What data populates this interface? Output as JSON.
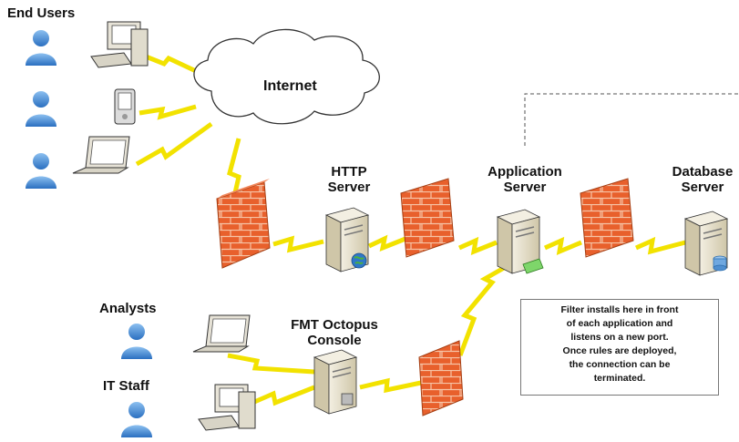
{
  "labels": {
    "end_users": "End Users",
    "internet": "Internet",
    "http_server_1": "HTTP",
    "http_server_2": "Server",
    "app_server_1": "Application",
    "app_server_2": "Server",
    "db_server_1": "Database",
    "db_server_2": "Server",
    "analysts": "Analysts",
    "it_staff": "IT Staff",
    "console_1": "FMT Octopus",
    "console_2": "Console"
  },
  "note": {
    "lines": [
      "Filter installs here in front",
      "of each application and",
      "listens on a new port.",
      "Once rules are deployed,",
      "the connection can be",
      "terminated."
    ]
  },
  "colors": {
    "firewall": "#e8602c",
    "person": "#4a90d9",
    "lightning": "#f2e200",
    "server": "#e9e2cc"
  }
}
